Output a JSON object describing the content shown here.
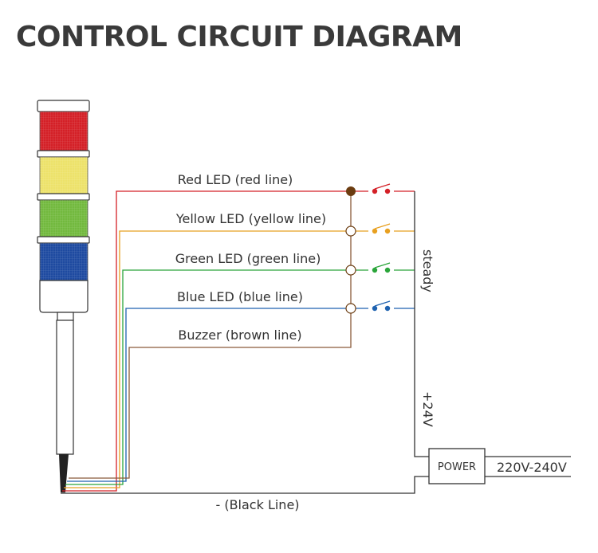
{
  "title": "CONTROL CIRCUIT DIAGRAM",
  "wires": [
    {
      "label": "Red LED (red line)",
      "color": "#d42027"
    },
    {
      "label": "Yellow LED (yellow line)",
      "color": "#e8a020"
    },
    {
      "label": "Green LED (green line)",
      "color": "#2aa53a"
    },
    {
      "label": "Blue LED (blue line)",
      "color": "#1e62b0"
    },
    {
      "label": "Buzzer (brown line)",
      "color": "#8a5a3a"
    }
  ],
  "labels": {
    "steady": "steady",
    "plus24v": "+24V",
    "power": "POWER",
    "mains": "220V-240V",
    "black_line": "- (Black Line)"
  },
  "tower": {
    "segments": [
      {
        "name": "red",
        "color": "#d42027"
      },
      {
        "name": "yellow",
        "color": "#ede26a"
      },
      {
        "name": "green",
        "color": "#72b93e"
      },
      {
        "name": "blue",
        "color": "#1e4aa0"
      }
    ]
  },
  "colors": {
    "text": "#333333",
    "title": "#3a3a3a",
    "line": "#333333",
    "junction_brown": "#6b3c10"
  }
}
